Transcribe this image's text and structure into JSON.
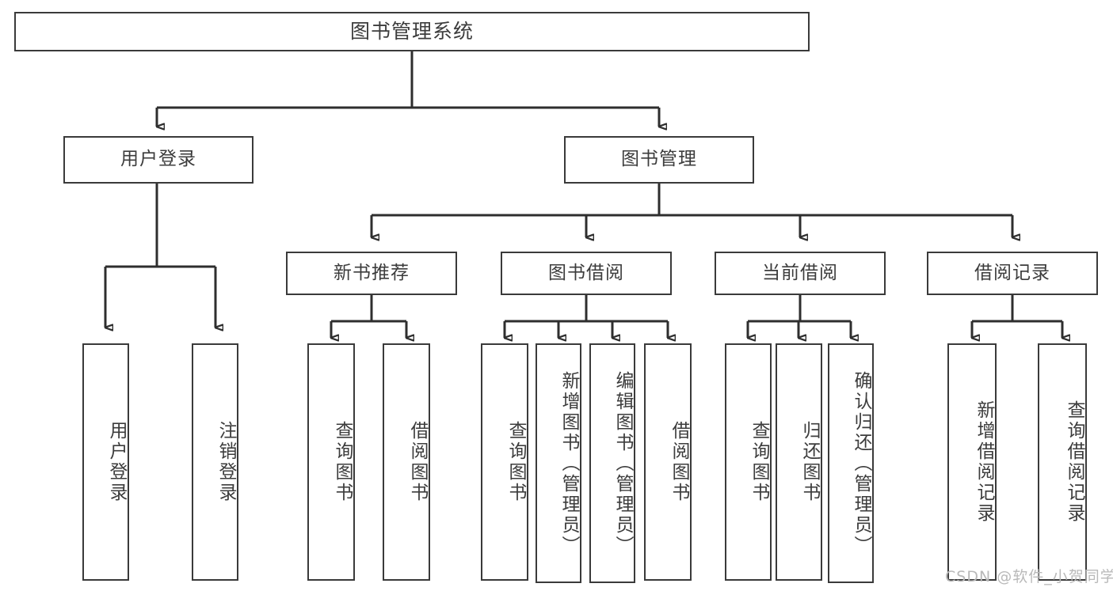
{
  "diagram": {
    "type": "tree-hierarchy",
    "title": "图书管理系统",
    "watermark": "CSDN @软件_小贺同学",
    "nodes": {
      "root": {
        "label": "图书管理系统"
      },
      "level1": [
        {
          "id": "user-login",
          "label": "用户登录"
        },
        {
          "id": "book-manage",
          "label": "图书管理"
        }
      ],
      "level2": [
        {
          "id": "new-book-recommend",
          "label": "新书推荐"
        },
        {
          "id": "book-borrow",
          "label": "图书借阅"
        },
        {
          "id": "current-borrow",
          "label": "当前借阅"
        },
        {
          "id": "borrow-record",
          "label": "借阅记录"
        }
      ],
      "leaves": {
        "user_login": [
          {
            "id": "leaf-user-login",
            "label": "用户登录"
          },
          {
            "id": "leaf-logout-login",
            "label": "注销登录"
          }
        ],
        "new_book_recommend": [
          {
            "id": "leaf-query-book-1",
            "label": "查询图书"
          },
          {
            "id": "leaf-borrow-book-1",
            "label": "借阅图书"
          }
        ],
        "book_borrow": [
          {
            "id": "leaf-query-book-2",
            "label": "查询图书"
          },
          {
            "id": "leaf-add-book-admin",
            "label": "新增图书（管理员）"
          },
          {
            "id": "leaf-edit-book-admin",
            "label": "编辑图书（管理员）"
          },
          {
            "id": "leaf-borrow-book-2",
            "label": "借阅图书"
          }
        ],
        "current_borrow": [
          {
            "id": "leaf-query-book-3",
            "label": "查询图书"
          },
          {
            "id": "leaf-return-book",
            "label": "归还图书"
          },
          {
            "id": "leaf-confirm-return-admin",
            "label": "确认归还（管理员）"
          }
        ],
        "borrow_record": [
          {
            "id": "leaf-add-borrow-record",
            "label": "新增借阅记录"
          },
          {
            "id": "leaf-query-borrow-record",
            "label": "查询借阅记录"
          }
        ]
      }
    },
    "colors": {
      "stroke": "#2e2e2e",
      "box_border": "#3a3a3a",
      "text": "#3c3c3c",
      "background": "#ffffff",
      "watermark": "#b9b9b9"
    }
  }
}
